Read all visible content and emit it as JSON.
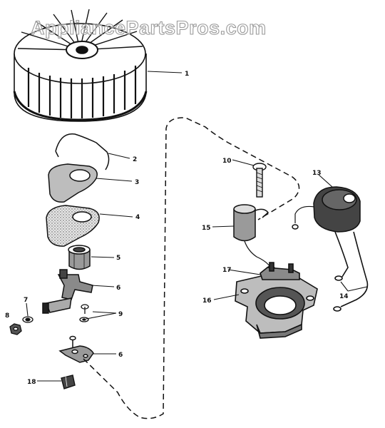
{
  "watermark": "AppliancePartsPros.com",
  "callouts": [
    {
      "id": "p1",
      "label": "1"
    },
    {
      "id": "p2",
      "label": "2"
    },
    {
      "id": "p3",
      "label": "3"
    },
    {
      "id": "p4",
      "label": "4"
    },
    {
      "id": "p5",
      "label": "5"
    },
    {
      "id": "p6a",
      "label": "6"
    },
    {
      "id": "p7",
      "label": "7"
    },
    {
      "id": "p8",
      "label": "8"
    },
    {
      "id": "p9",
      "label": "9"
    },
    {
      "id": "p6b",
      "label": "6"
    },
    {
      "id": "p18",
      "label": "18"
    },
    {
      "id": "p10",
      "label": "10"
    },
    {
      "id": "p13",
      "label": "13"
    },
    {
      "id": "p15",
      "label": "15"
    },
    {
      "id": "p17",
      "label": "17"
    },
    {
      "id": "p16",
      "label": "16"
    },
    {
      "id": "p14",
      "label": "14"
    }
  ],
  "colors": {
    "ink": "#111111",
    "paper": "#ffffff",
    "shade": "#7a7a7a"
  }
}
